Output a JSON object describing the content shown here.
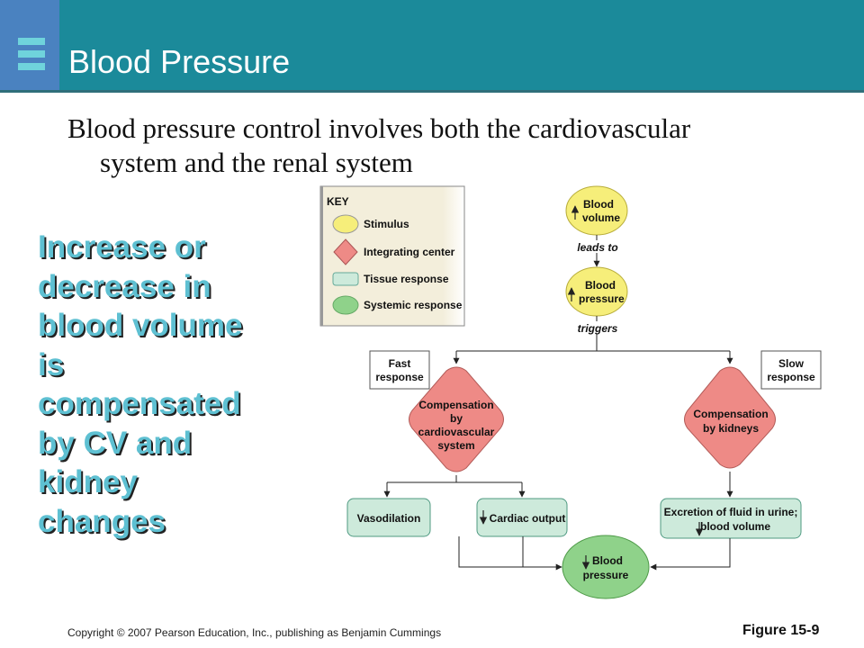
{
  "slide": {
    "title": "Blood Pressure",
    "subtitle_line1": "Blood pressure control involves both the cardiovascular",
    "subtitle_line2": "system and the renal system",
    "body_lines": [
      "Increase or",
      "decrease in",
      "blood volume",
      "is",
      "compensated",
      "by CV and",
      "kidney",
      "changes"
    ],
    "copyright": "Copyright © 2007 Pearson Education, Inc., publishing as Benjamin Cummings",
    "figure_label": "Figure 15-9"
  },
  "key": {
    "title": "KEY",
    "items": [
      "Stimulus",
      "Integrating center",
      "Tissue response",
      "Systemic response"
    ]
  },
  "diagram": {
    "blood_volume": [
      "Blood",
      "volume"
    ],
    "leads_to": "leads to",
    "blood_pressure": [
      "Blood",
      "pressure"
    ],
    "triggers": "triggers",
    "fast_response": [
      "Fast",
      "response"
    ],
    "slow_response": [
      "Slow",
      "response"
    ],
    "comp_cv": [
      "Compensation",
      "by",
      "cardiovascular",
      "system"
    ],
    "comp_kidneys": [
      "Compensation",
      "by kidneys"
    ],
    "vasodilation": "Vasodilation",
    "cardiac_output": "Cardiac output",
    "excretion": [
      "Excretion of fluid in urine;",
      "blood volume"
    ],
    "bp_result": [
      "Blood",
      "pressure"
    ]
  },
  "colors": {
    "header": "#1b8a9a",
    "stimulus": "#f6ee7a",
    "integrating": "#ee8a86",
    "tissue": "#cdeadb",
    "systemic": "#8fd28a",
    "body_text": "#5ec0d2"
  }
}
